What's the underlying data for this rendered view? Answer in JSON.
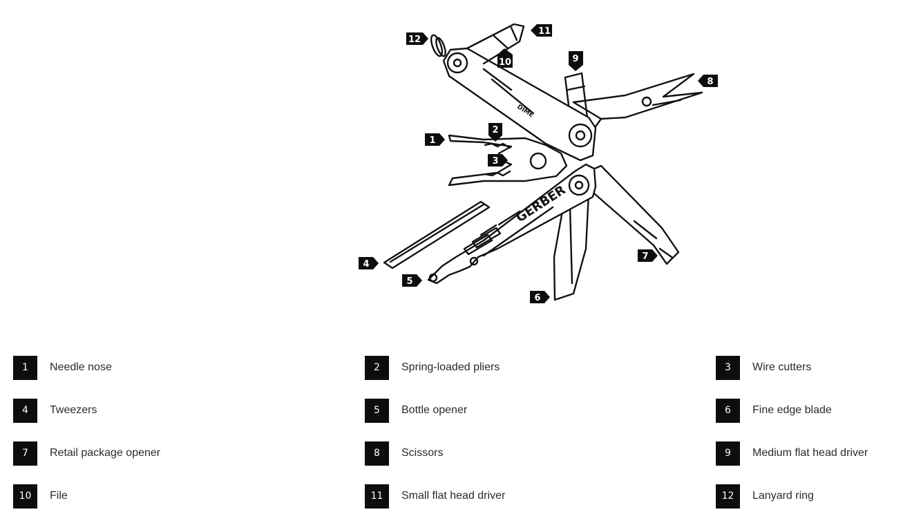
{
  "diagram": {
    "brand_text": "GERBER",
    "model_text": "DIME",
    "callouts": [
      "1",
      "2",
      "3",
      "4",
      "5",
      "6",
      "7",
      "8",
      "9",
      "10",
      "11",
      "12"
    ]
  },
  "legend": [
    {
      "number": "1",
      "label": "Needle nose"
    },
    {
      "number": "2",
      "label": "Spring-loaded pliers"
    },
    {
      "number": "3",
      "label": "Wire cutters"
    },
    {
      "number": "4",
      "label": "Tweezers"
    },
    {
      "number": "5",
      "label": "Bottle opener"
    },
    {
      "number": "6",
      "label": "Fine edge blade"
    },
    {
      "number": "7",
      "label": "Retail package opener"
    },
    {
      "number": "8",
      "label": "Scissors"
    },
    {
      "number": "9",
      "label": "Medium flat head driver"
    },
    {
      "number": "10",
      "label": "File"
    },
    {
      "number": "11",
      "label": "Small flat head driver"
    },
    {
      "number": "12",
      "label": "Lanyard ring"
    }
  ]
}
